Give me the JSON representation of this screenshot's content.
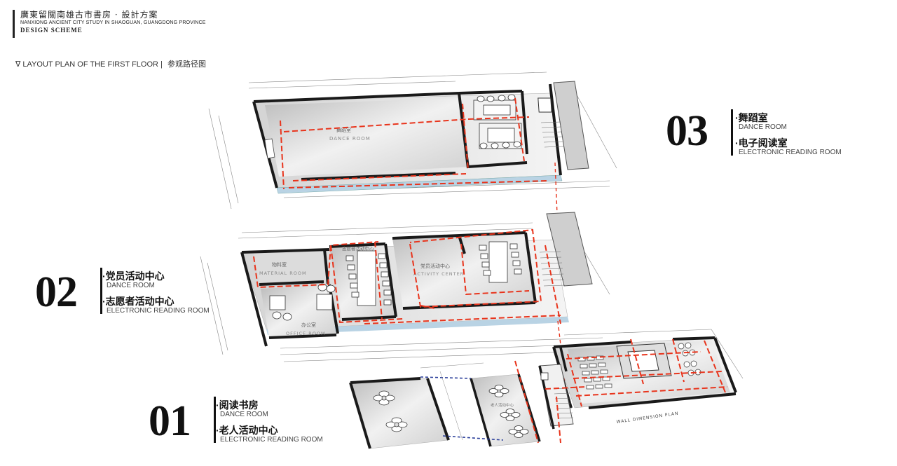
{
  "header": {
    "title": "廣東留關南雄古市書房 · 設計方案",
    "subtitle": "NANXIONG ANCIENT CITY STUDY IN SHAOGUAN, GUANGDONG PROVINCE",
    "scheme": "DESIGN SCHEME"
  },
  "section": {
    "title": "∇ LAYOUT PLAN OF THE FIRST FLOOR |",
    "subtitle_cn": "参观路径图"
  },
  "floors": {
    "f03": {
      "number": "03",
      "rooms": [
        {
          "cn": "·舞蹈室",
          "en": "DANCE ROOM"
        },
        {
          "cn": "·电子阅读室",
          "en": "ELECTRONIC READING ROOM"
        }
      ],
      "plan_labels": {
        "dance_cn": "舞蹈室",
        "dance_en": "DANCE ROOM"
      }
    },
    "f02": {
      "number": "02",
      "rooms": [
        {
          "cn": "·党员活动中心",
          "en": "DANCE ROOM"
        },
        {
          "cn": "·志愿者活动中心",
          "en": "ELECTRONIC READING ROOM"
        }
      ],
      "plan_labels": {
        "material_cn": "物料室",
        "material_en": "MATERIAL ROOM",
        "office_cn": "办公室",
        "office_en": "OFFICE ROOM",
        "activity_cn": "党员活动中心",
        "activity_en": "ACTIVITY CENTER",
        "volunteer_cn": "志愿者活动中心"
      }
    },
    "f01": {
      "number": "01",
      "rooms": [
        {
          "cn": "·阅读书房",
          "en": "DANCE ROOM"
        },
        {
          "cn": "·老人活动中心",
          "en": "ELECTRONIC READING ROOM"
        }
      ],
      "plan_labels": {
        "elder_cn": "老人活动中心",
        "wall_en": "WALL DIMENSION PLAN"
      }
    }
  },
  "colors": {
    "path_red": "#e8341c",
    "path_blue": "#2a3e9a",
    "wall": "#1a1a1a",
    "floor_fill": "#e9e9e9"
  }
}
